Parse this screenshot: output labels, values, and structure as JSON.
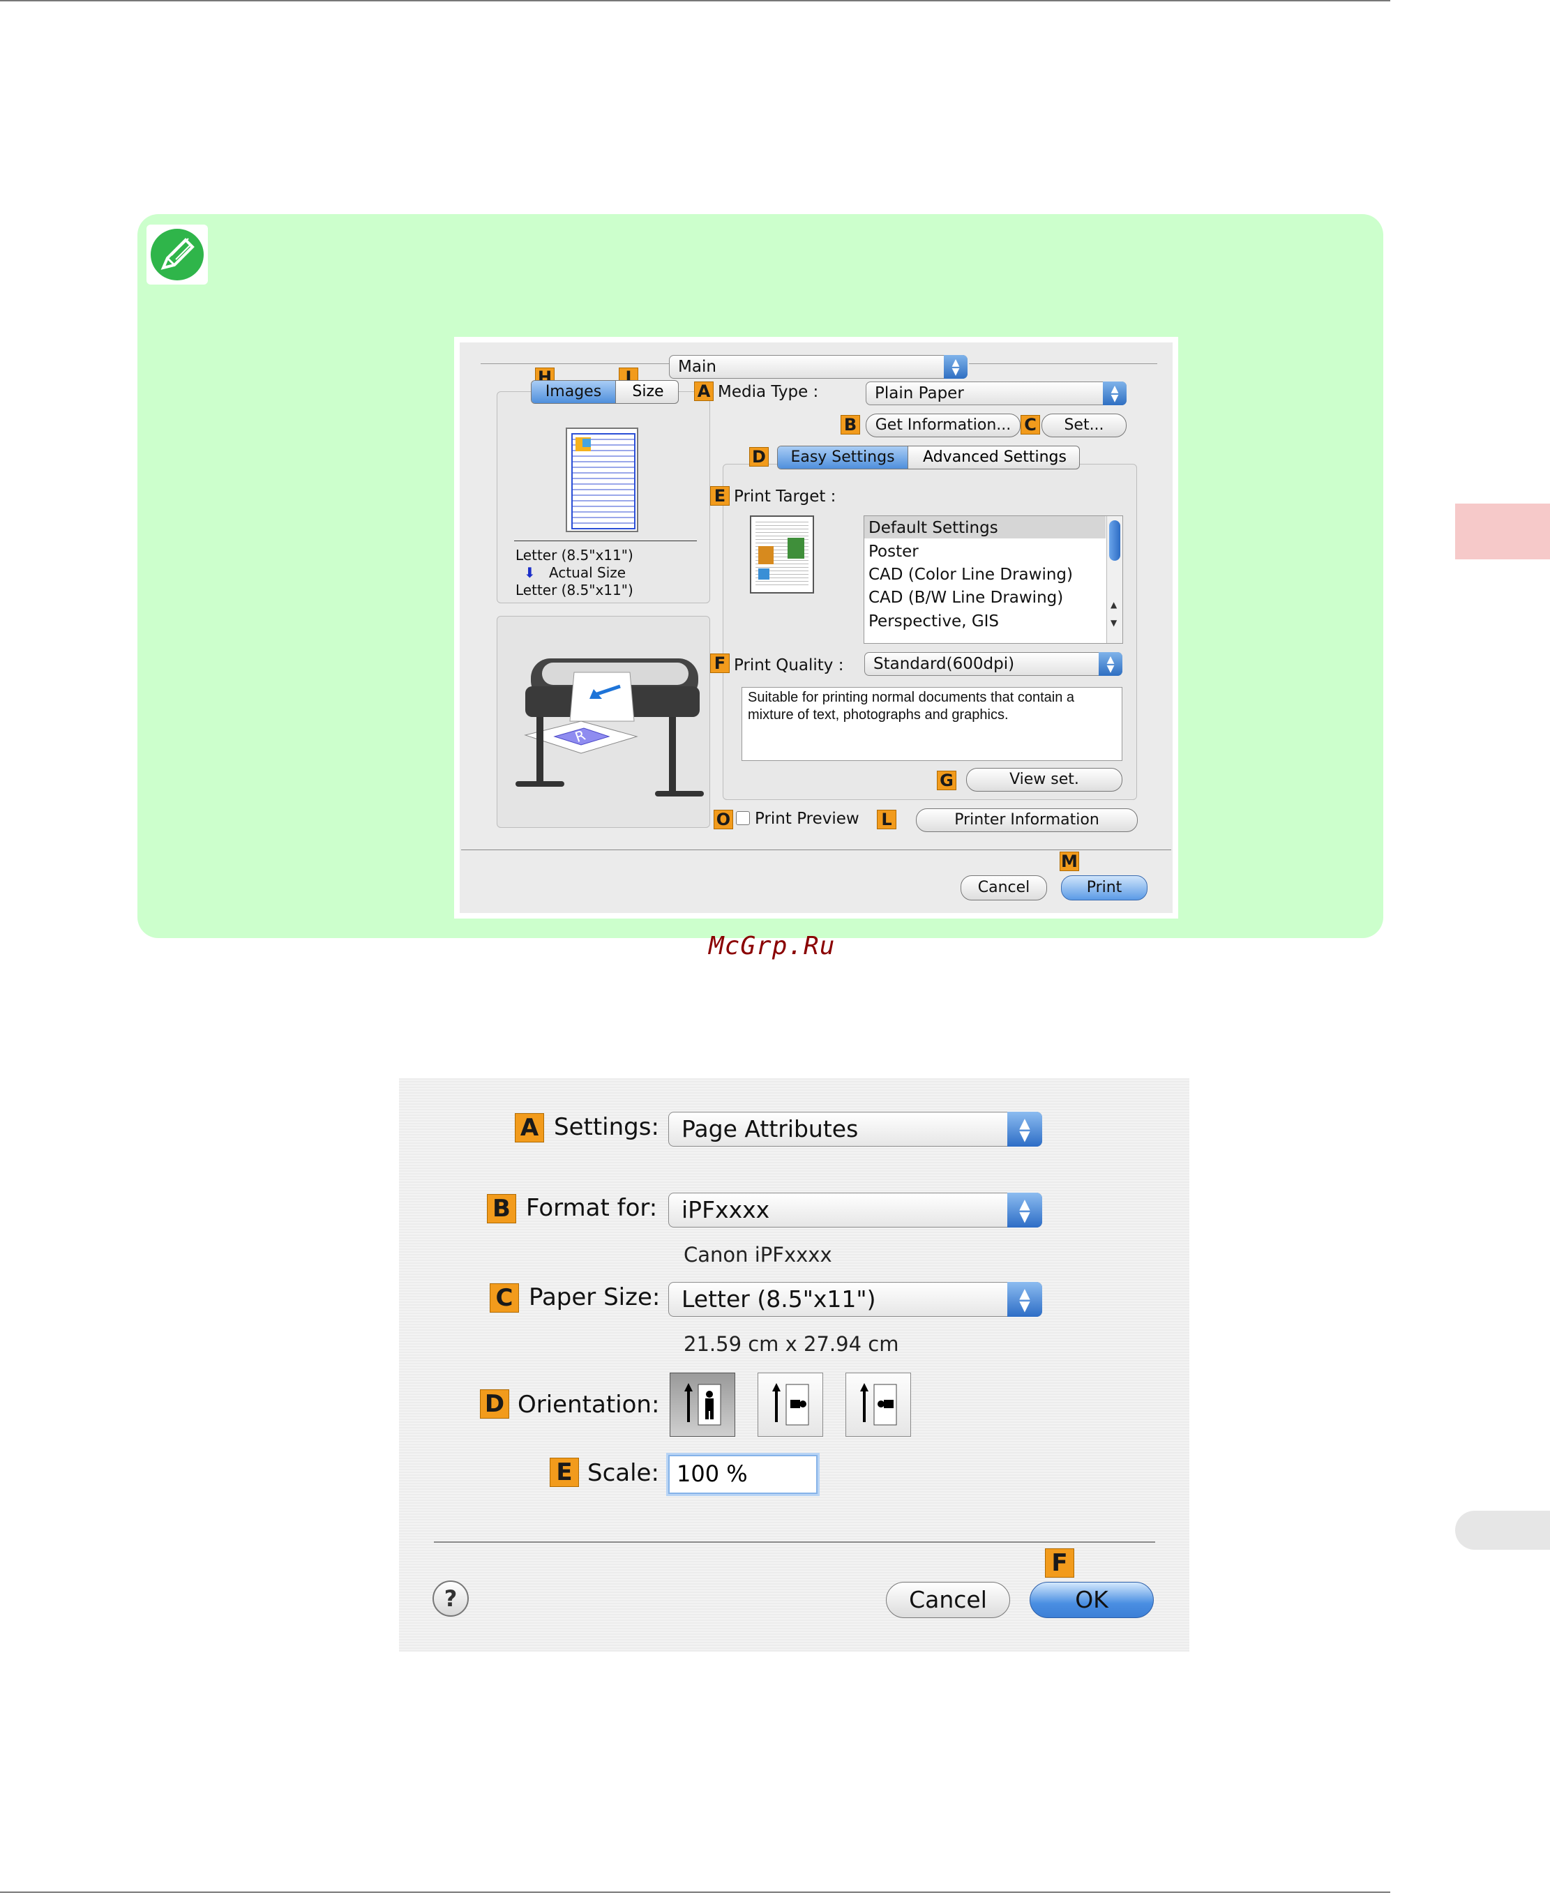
{
  "page": {
    "watermark": "McGrp.Ru"
  },
  "dialog1": {
    "main_popup": "Main",
    "tabs": {
      "images": "Images",
      "size": "Size"
    },
    "badges": {
      "h": "H",
      "i": "I",
      "a": "A",
      "b": "B",
      "c": "C",
      "d": "D",
      "e": "E",
      "f": "F",
      "g": "G",
      "o": "O",
      "l": "L",
      "m": "M"
    },
    "preview_text": {
      "line1": "Letter (8.5\"x11\")",
      "line2": "Actual Size",
      "line3": "Letter (8.5\"x11\")"
    },
    "media_type_label": "Media Type :",
    "media_type_value": "Plain Paper",
    "get_information": "Get Information...",
    "set_button": "Set...",
    "settings_tabs": {
      "easy": "Easy Settings",
      "advanced": "Advanced Settings"
    },
    "print_target_label": "Print Target :",
    "print_target_items": [
      "Default Settings",
      "Poster",
      "CAD (Color Line Drawing)",
      "CAD (B/W Line Drawing)",
      "Perspective, GIS"
    ],
    "print_quality_label": "Print Quality :",
    "print_quality_value": "Standard(600dpi)",
    "description": "Suitable for printing normal documents that contain a mixture of text, photographs and graphics.",
    "view_set": "View set.",
    "print_preview": "Print Preview",
    "printer_information": "Printer Information",
    "cancel": "Cancel",
    "print": "Print"
  },
  "dialog2": {
    "badges": {
      "a": "A",
      "b": "B",
      "c": "C",
      "d": "D",
      "e": "E",
      "f": "F"
    },
    "settings_label": "Settings:",
    "settings_value": "Page Attributes",
    "format_for_label": "Format for:",
    "format_for_value": "iPFxxxx",
    "format_for_sub": "Canon iPFxxxx",
    "paper_size_label": "Paper Size:",
    "paper_size_value": "Letter (8.5\"x11\")",
    "paper_size_sub": "21.59 cm x 27.94 cm",
    "orientation_label": "Orientation:",
    "scale_label": "Scale:",
    "scale_value": "100 %",
    "help": "?",
    "cancel": "Cancel",
    "ok": "OK"
  },
  "colors": {
    "note_bg": "#ccffcc",
    "badge": "#f29b1c",
    "accent_blue": "#4f8fdc"
  }
}
